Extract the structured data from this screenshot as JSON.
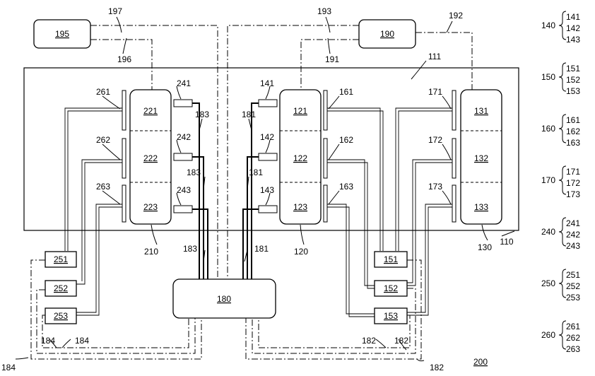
{
  "figure_number": "200",
  "blocks": {
    "b195": "195",
    "b190": "190",
    "b180": "180",
    "b221": "221",
    "b222": "222",
    "b223": "223",
    "b121": "121",
    "b122": "122",
    "b123": "123",
    "b131": "131",
    "b132": "132",
    "b133": "133",
    "b251": "251",
    "b252": "252",
    "b253": "253",
    "b151": "151",
    "b152": "152",
    "b153": "153"
  },
  "labels": {
    "l197": "197",
    "l196": "196",
    "l193": "193",
    "l191": "191",
    "l192": "192",
    "l111": "111",
    "l110": "110",
    "l210": "210",
    "l120": "120",
    "l130": "130",
    "l261": "261",
    "l262": "262",
    "l263": "263",
    "l241": "241",
    "l242": "242",
    "l243": "243",
    "l141": "141",
    "l142": "142",
    "l143": "143",
    "l161": "161",
    "l162": "162",
    "l163": "163",
    "l171": "171",
    "l172": "172",
    "l173": "173",
    "l183a": "183",
    "l183b": "183",
    "l183c": "183",
    "l181a": "181",
    "l181b": "181",
    "l181c": "181",
    "l184a": "184",
    "l184b": "184",
    "l184c": "184",
    "l182a": "182",
    "l182b": "182",
    "l182c": "182"
  },
  "legend": [
    {
      "key": "140",
      "items": [
        "141",
        "142",
        "143"
      ]
    },
    {
      "key": "150",
      "items": [
        "151",
        "152",
        "153"
      ]
    },
    {
      "key": "160",
      "items": [
        "161",
        "162",
        "163"
      ]
    },
    {
      "key": "170",
      "items": [
        "171",
        "172",
        "173"
      ]
    },
    {
      "key": "240",
      "items": [
        "241",
        "242",
        "243"
      ]
    },
    {
      "key": "250",
      "items": [
        "251",
        "252",
        "253"
      ]
    },
    {
      "key": "260",
      "items": [
        "261",
        "262",
        "263"
      ]
    }
  ]
}
